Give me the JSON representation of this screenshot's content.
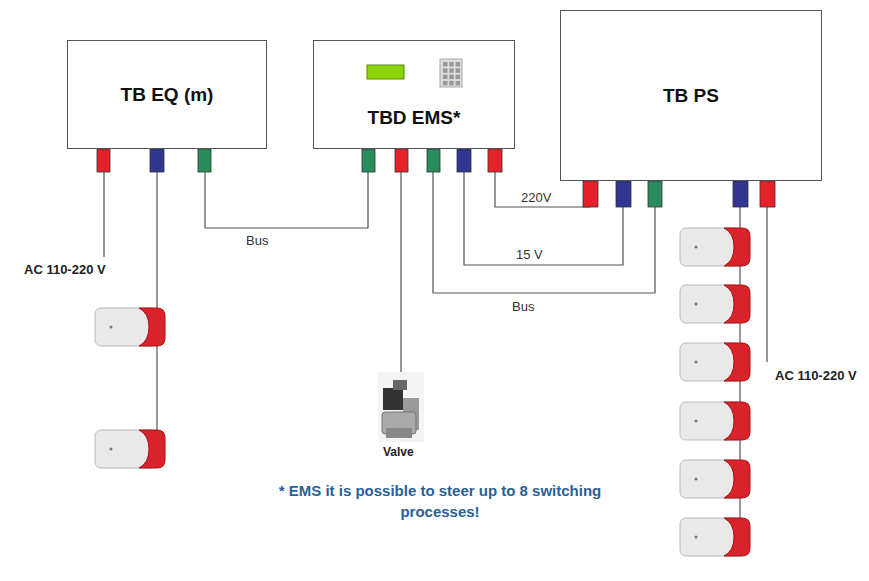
{
  "diagram": {
    "nodes": [
      {
        "text": [
          "TB EQ (m)"
        ]
      },
      {
        "text": [
          "TBD EMS*"
        ]
      },
      {
        "text": [
          "TB PS"
        ]
      }
    ],
    "edges": [
      {
        "from": 0,
        "to": 1,
        "label": "Bus",
        "arrow": "none"
      },
      {
        "from": 1,
        "to": 2,
        "label": "220V",
        "arrow": "none"
      },
      {
        "from": 1,
        "to": 2,
        "label": "15 V",
        "arrow": "none"
      },
      {
        "from": 1,
        "to": 2,
        "label": "Bus",
        "arrow": "none"
      }
    ],
    "labels": [
      "AC 110-220 V",
      "AC 110-220 V",
      "Valve",
      "* EMS it is possible to steer up to 8 switching processes!"
    ]
  }
}
